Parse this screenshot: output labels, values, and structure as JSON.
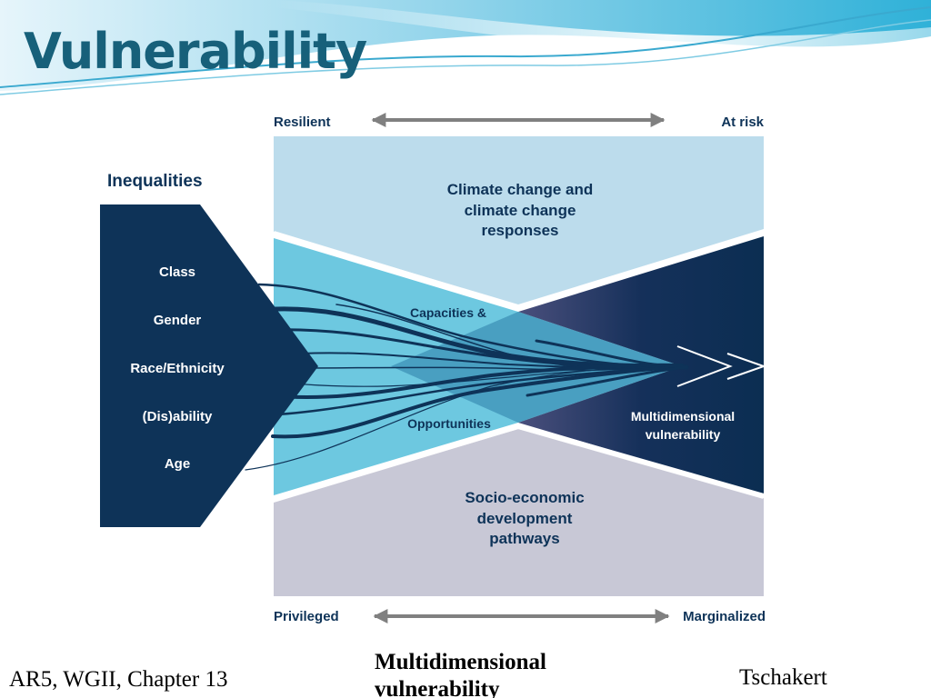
{
  "slide": {
    "title": "Vulnerability"
  },
  "figure": {
    "top_left_label": "Resilient",
    "top_right_label": "At risk",
    "bottom_left_label": "Privileged",
    "bottom_right_label": "Marginalized",
    "inequalities_heading": "Inequalities",
    "inequalities": [
      "Class",
      "Gender",
      "Race/Ethnicity",
      "(Dis)ability",
      "Age"
    ],
    "top_region": [
      "Climate change and",
      "climate change",
      "responses"
    ],
    "bottom_region": [
      "Socio-economic",
      "development",
      "pathways"
    ],
    "capacities_label": "Capacities &",
    "opportunities_label": "Opportunities",
    "outcome": [
      "Multidimensional",
      "vulnerability"
    ]
  },
  "footer": {
    "left": "AR5, WGII, Chapter 13",
    "center": "Multidimensional vulnerability",
    "right": "Tschakert"
  },
  "colors": {
    "title": "#17607a",
    "navy": "#0e3358",
    "light_blue": "#bcdcec",
    "mid_blue": "#6dc8e0",
    "lavender": "#c8c8d6",
    "arrow_gray": "#808080"
  }
}
